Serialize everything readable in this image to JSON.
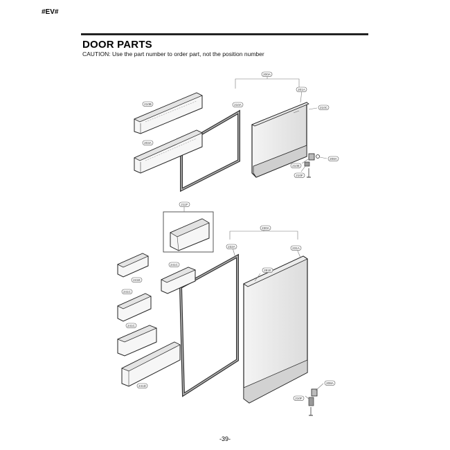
{
  "header": {
    "tag": "#EV#",
    "title": "DOOR PARTS",
    "caption": "CAUTION: Use the part number to order part, not the position number"
  },
  "footer": {
    "page_number": "-39-"
  },
  "callouts": [
    "200A",
    "201A",
    "210C",
    "210B",
    "210A",
    "203A",
    "210E",
    "208A",
    "210F",
    "211F",
    "230A",
    "232A",
    "231A",
    "281E",
    "241C",
    "241E",
    "241C",
    "241C",
    "241D",
    "208A",
    "210F"
  ]
}
